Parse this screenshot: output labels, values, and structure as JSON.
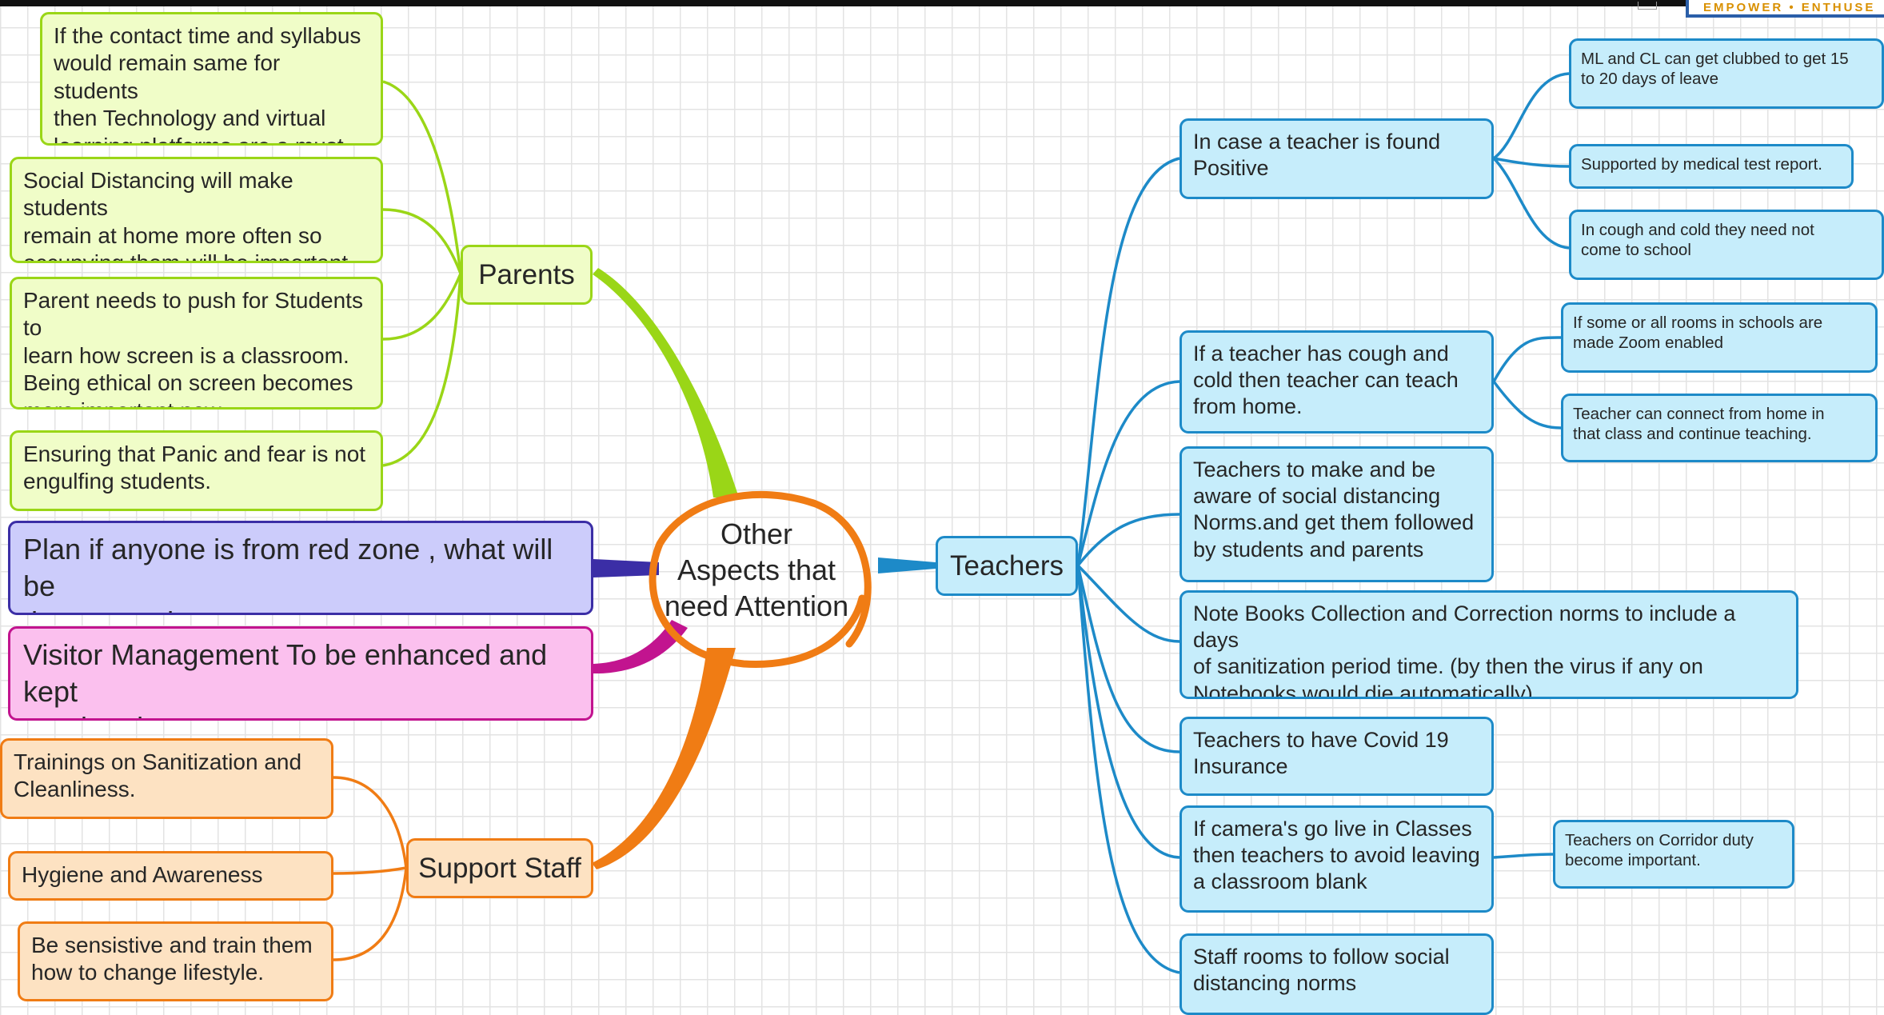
{
  "brand": {
    "tagline": "EMPOWER • ENTHUSE"
  },
  "colors": {
    "parents_branch": "#9ad617",
    "teachers_branch": "#1d8ac8",
    "support_staff_branch": "#f07c14",
    "red_zone_branch": "#3b2ea6",
    "visitor_branch": "#c2148f",
    "central_ring": "#f07c14"
  },
  "central": {
    "text": "Other\nAspects that\nneed Attention"
  },
  "parents": {
    "label": "Parents",
    "items": [
      "If the contact time and syllabus\nwould remain same for students\nthen Technology and virtual\nlearning platforms are a must.",
      "Social Distancing will make students\nremain at home more often so\noccupying them will be important",
      "Parent needs to push for Students to\nlearn how screen is a classroom.\nBeing ethical on screen becomes\nmore important now.",
      "Ensuring that Panic and fear is not\nengulfing students."
    ]
  },
  "red_zone": {
    "text": "Plan if anyone is from red zone , what will be\nthe protocol"
  },
  "visitor": {
    "text": "Visitor Management To be enhanced and kept\nregulated."
  },
  "support_staff": {
    "label": "Support Staff",
    "items": [
      "Trainings on Sanitization and\nCleanliness.",
      "Hygiene and Awareness",
      "Be sensistive and train them\nhow to change lifestyle."
    ]
  },
  "teachers": {
    "label": "Teachers",
    "items": [
      {
        "text": "In case a teacher is found\nPositive",
        "children": [
          "ML and CL can get clubbed to get 15\nto 20 days of leave",
          "Supported by medical test report.",
          "In cough and cold they need not\ncome to school"
        ]
      },
      {
        "text": "If a teacher has cough and\ncold then teacher can teach\nfrom home.",
        "children": [
          "If some or all rooms in schools are\nmade Zoom enabled",
          "Teacher can connect from home in\nthat class and continue teaching."
        ]
      },
      {
        "text": "Teachers to make and be\naware of social distancing\nNorms.and get them followed\nby students and parents",
        "children": []
      },
      {
        "text": "Note Books Collection and Correction norms to include a days\nof sanitization period time. (by then the virus if any on\nNotebooks would die automatically)",
        "children": []
      },
      {
        "text": "Teachers to have Covid 19\nInsurance",
        "children": []
      },
      {
        "text": "If camera's go live in Classes\nthen teachers to avoid leaving\na classroom blank",
        "children": [
          "Teachers on Corridor duty\nbecome important."
        ]
      },
      {
        "text": "Staff rooms to follow social\ndistancing norms",
        "children": []
      }
    ]
  }
}
